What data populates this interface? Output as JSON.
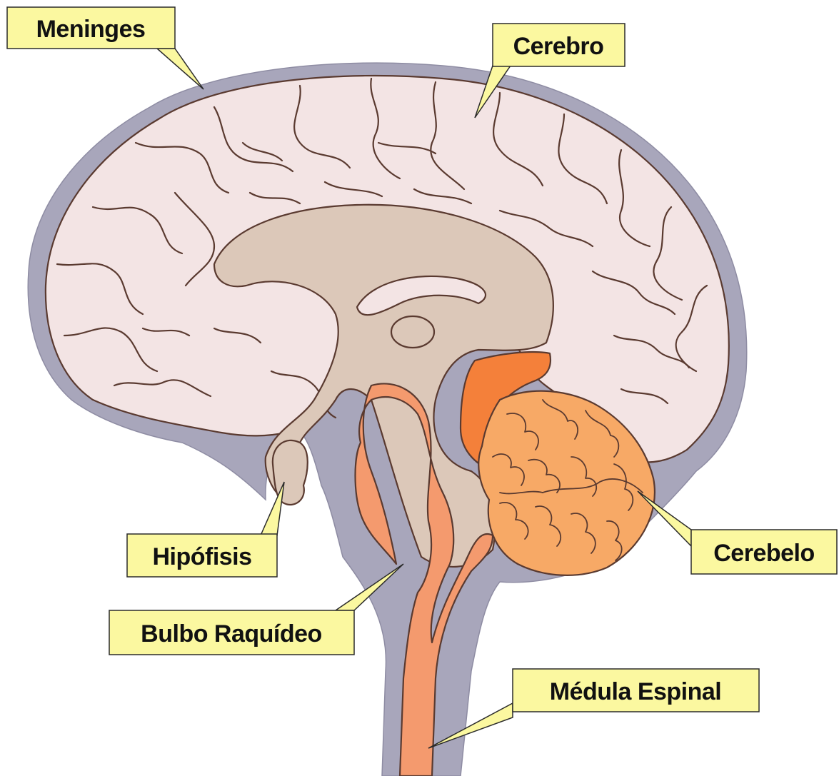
{
  "labels": {
    "meninges": "Meninges",
    "cerebro": "Cerebro",
    "hipofisis": "Hipófisis",
    "cerebelo": "Cerebelo",
    "bulbo": "Bulbo Raquídeo",
    "medula": "Médula Espinal"
  },
  "colors": {
    "meninges": "#a8a6bb",
    "cerebrum": "#f3e4e4",
    "inner_structures": "#dcc8b9",
    "cerebellum": "#f7a966",
    "pons_midbrain": "#f4803a",
    "brainstem": "#f49a6e",
    "outline": "#5a3a30",
    "label_fill": "#fbf8a0"
  }
}
